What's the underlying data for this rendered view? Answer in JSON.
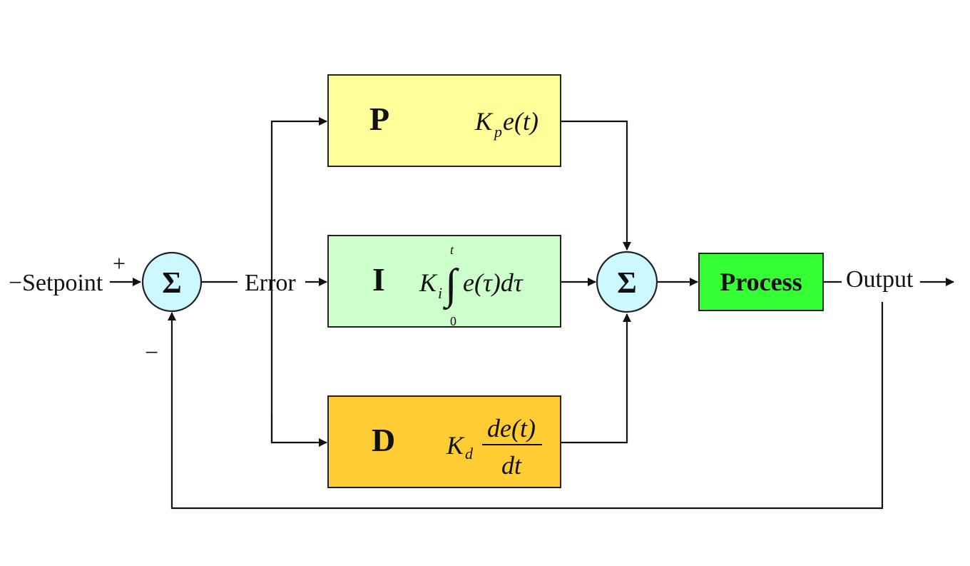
{
  "diagram": {
    "title": "PID controller block diagram",
    "colors": {
      "p_block": "#ffff99",
      "i_block": "#ccffcc",
      "d_block": "#ffcc33",
      "process_block": "#33ff33",
      "summing_junction": "#ccf8ff",
      "line": "#111111"
    },
    "input": {
      "label": "Setpoint",
      "lead_dash": "−"
    },
    "sum1": {
      "symbol": "Σ",
      "plus_sign": "+",
      "minus_sign": "−"
    },
    "error": {
      "label": "Error"
    },
    "blocks": {
      "p": {
        "letter": "P",
        "K": "K",
        "K_sub": "p",
        "expr": "e(t)"
      },
      "i": {
        "letter": "I",
        "K": "K",
        "K_sub": "i",
        "integral": "∫",
        "upper": "t",
        "lower": "0",
        "expr": "e(τ)dτ"
      },
      "d": {
        "letter": "D",
        "K": "K",
        "K_sub": "d",
        "numerator": "de(t)",
        "denominator": "dt"
      }
    },
    "sum2": {
      "symbol": "Σ"
    },
    "process": {
      "label": "Process"
    },
    "output": {
      "label": "Output"
    }
  }
}
